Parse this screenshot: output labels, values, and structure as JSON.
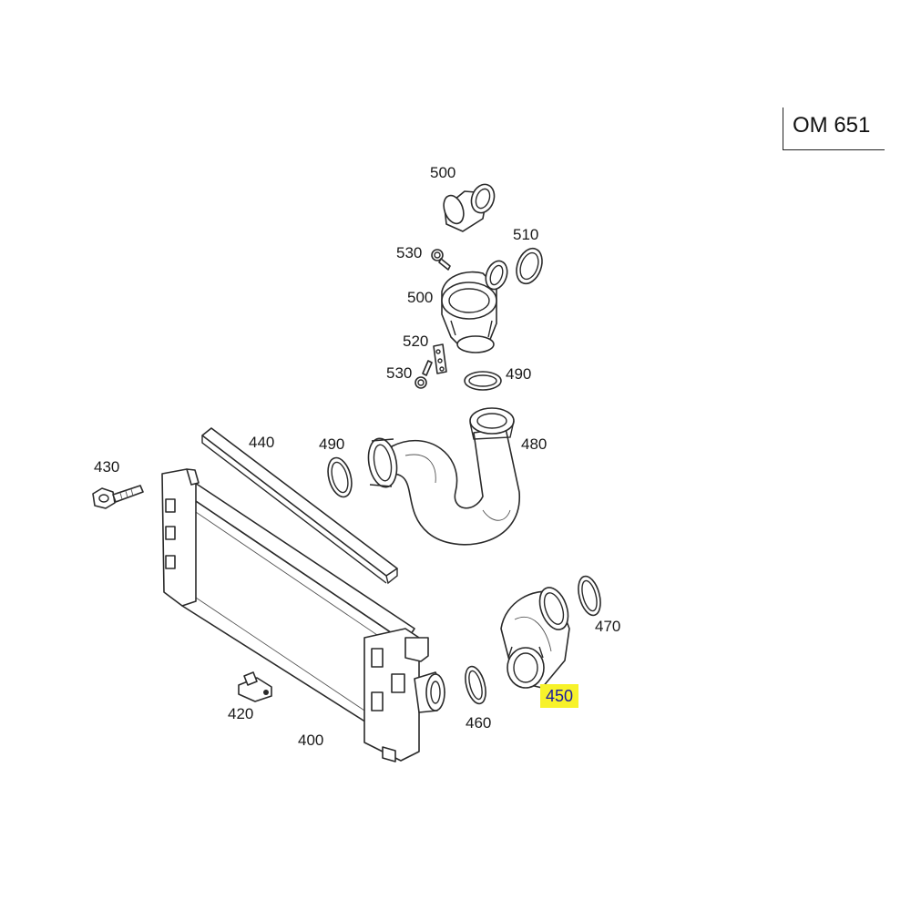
{
  "engine_code": "OM 651",
  "callouts": {
    "c500_top": "500",
    "c510": "510",
    "c530_top": "530",
    "c500_mid": "500",
    "c520": "520",
    "c530_bot": "530",
    "c490_right": "490",
    "c440": "440",
    "c490_left": "490",
    "c480": "480",
    "c430": "430",
    "c470": "470",
    "c450": "450",
    "c460": "460",
    "c420": "420",
    "c400": "400"
  },
  "highlight": {
    "part": "450",
    "color": "#f7f22a",
    "text_color": "#1a1aa0"
  }
}
